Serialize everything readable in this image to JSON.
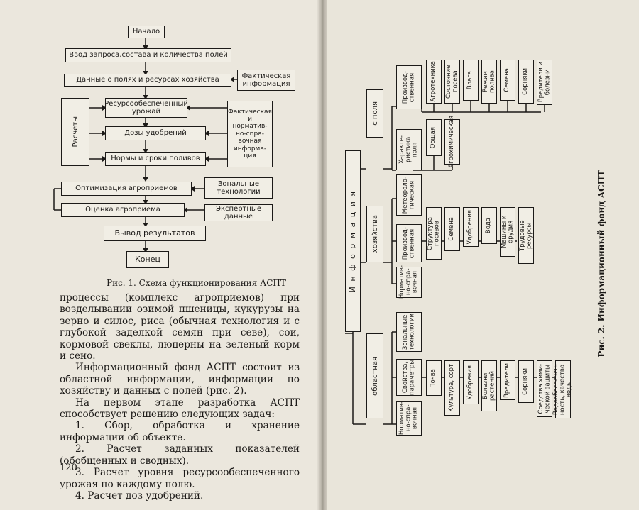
{
  "left_page": {
    "diagram": {
      "start": "Начало",
      "input": "Ввод запроса,состава и количества полей",
      "field_data": "Данные о полях и ресурсах хозяйства",
      "actual_info": "Фактическая информация",
      "calculations": "Расчеты",
      "yield": "Ресурсообеспеченный урожай",
      "doses": "Дозы удобрений",
      "irrigation": "Нормы и сроки поливов",
      "reference_info": "Фактическая\nи\nнорматив-\nно-спра-\nвочная\nинформа-\nция",
      "optimization": "Оптимизация агроприемов",
      "zonal_tech": "Зональные технологии",
      "assessment": "Оценка агроприема",
      "expert_data": "Экспертные данные",
      "output": "Вывод результатов",
      "end": "Конец"
    },
    "caption": "Рис. 1. Схема функционирования АСПТ",
    "paragraphs": [
      "процессы (комплекс агроприемов) при возделывании озимой пшеницы, кукурузы на зерно и силос, риса (обычная технология и с глубокой заделкой семян при севе), сои, кормовой свеклы, люцерны на зеленый корм и сено.",
      "Информационный фонд АСПТ состоит из областной информации, информации по хозяйству и данных с полей (рис. 2).",
      "На первом этапе разработка АСПТ способствует решению следующих задач:",
      "1. Сбор, обработка и хранение информации об объекте.",
      "2. Расчет заданных показателей (обобщенных и сводных).",
      "3. Расчет уровня ресурсообеспеченного урожая по каждому полю.",
      "4. Расчет доз удобрений."
    ],
    "page_number": "120"
  },
  "right_page": {
    "caption": "Рис. 2. Информационный фонд АСПТ",
    "root": "И н ф о р м а ц и я",
    "groups": {
      "field": "с поля",
      "farm": "хозяйства",
      "regional": "областная"
    },
    "field_sub": {
      "production": "Производ-\nственная",
      "characteristic": "Характе-\nристика\nполя"
    },
    "field_production_items": [
      "Агротехника",
      "Состояние посева",
      "Влага",
      "Режим полива",
      "Семена",
      "Сорняки",
      "Вредители и\nболезни"
    ],
    "field_char_items": [
      "Общая",
      "Агрохимическая"
    ],
    "farm_sub": {
      "meteo": "Метеороло-\nгическая",
      "production": "Производ-\nственная",
      "normative": "Норматив-\nно-спра-\nвочная"
    },
    "farm_items": [
      "Структура посевов",
      "Семена",
      "Удобрения",
      "Вода",
      "Машины и орудия",
      "Трудовые ресурсы"
    ],
    "regional_sub": {
      "zonal": "Зональные\nтехнологии",
      "properties": "Свойства,\nпараметры",
      "normative": "Норматив-\nно-спра-\nвочная"
    },
    "regional_items": [
      "Почва",
      "Культура, сорт",
      "Удобрения",
      "Болезни растений",
      "Вредители",
      "Сорняки",
      "Средства хими-\nческой защиты",
      "Водообеспечен-\nность, качество\nводы"
    ]
  }
}
